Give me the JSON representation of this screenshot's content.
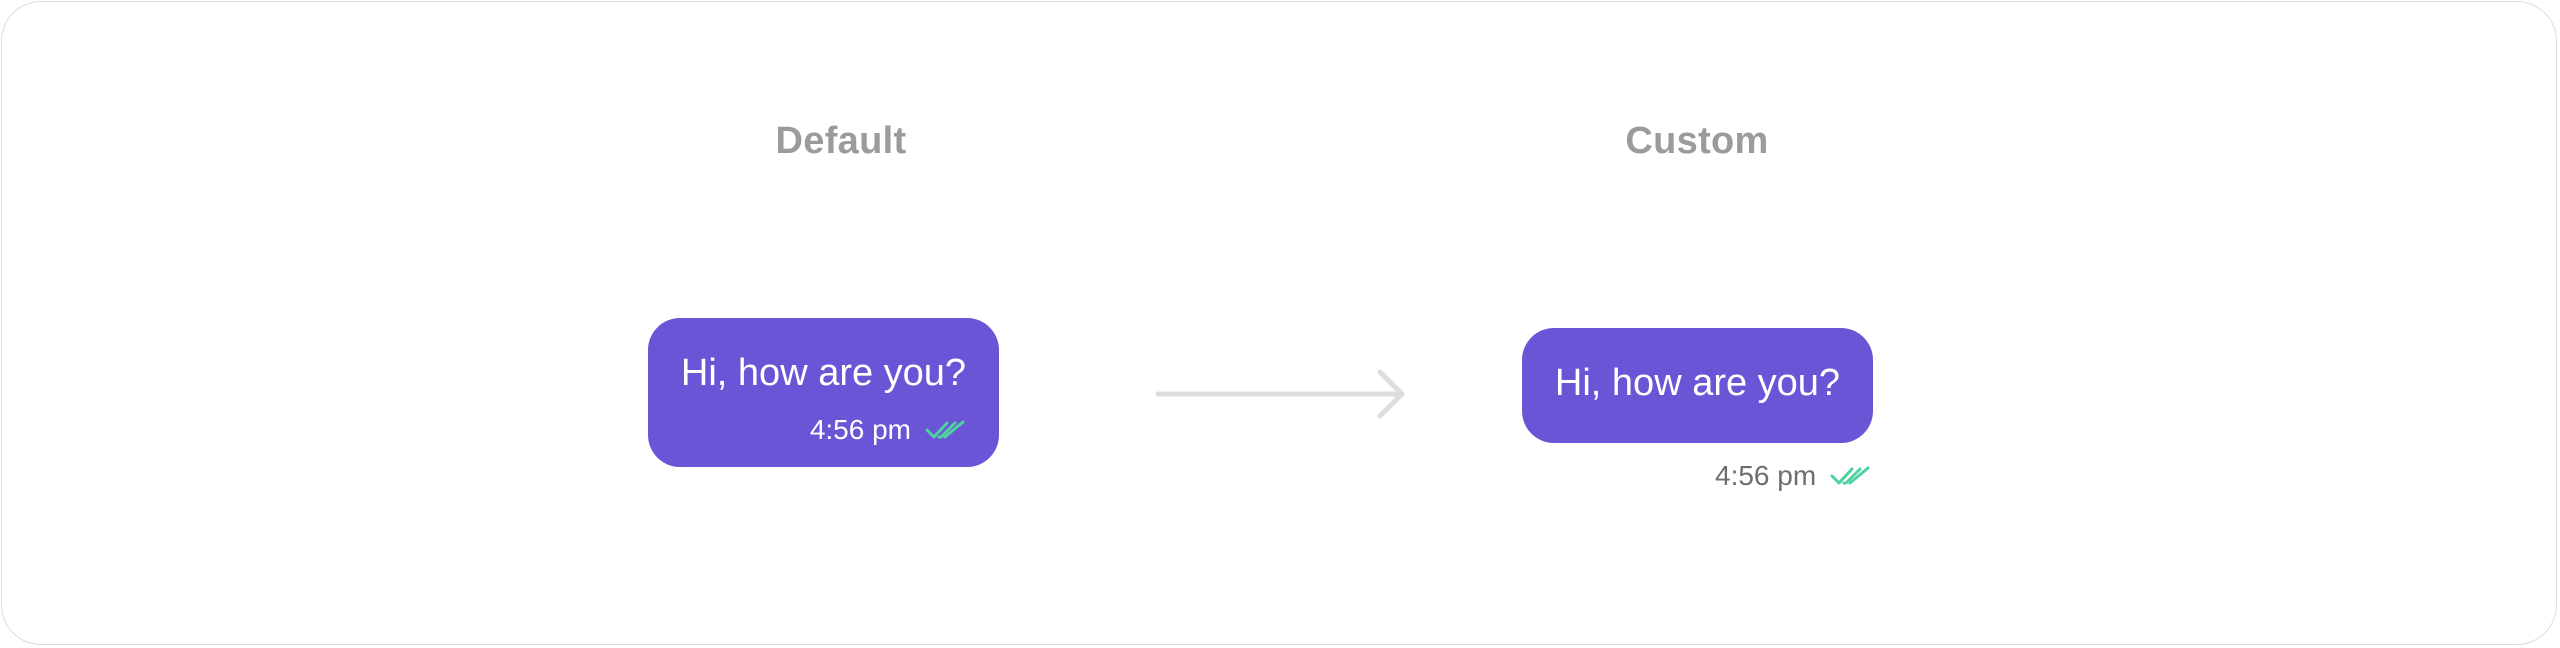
{
  "comparison": {
    "default_label": "Default",
    "custom_label": "Custom"
  },
  "default_bubble": {
    "message": "Hi, how are you?",
    "time": "4:56 pm",
    "receipt_icon": "double-check-icon",
    "bubble_color": "#6A55D6",
    "receipt_color": "#4FD1A0"
  },
  "custom_bubble": {
    "message": "Hi, how are you?",
    "time": "4:56 pm",
    "receipt_icon": "double-check-icon",
    "bubble_color": "#6A55D6",
    "receipt_color": "#4FD1A0"
  },
  "arrow_icon": "arrow-right-icon"
}
